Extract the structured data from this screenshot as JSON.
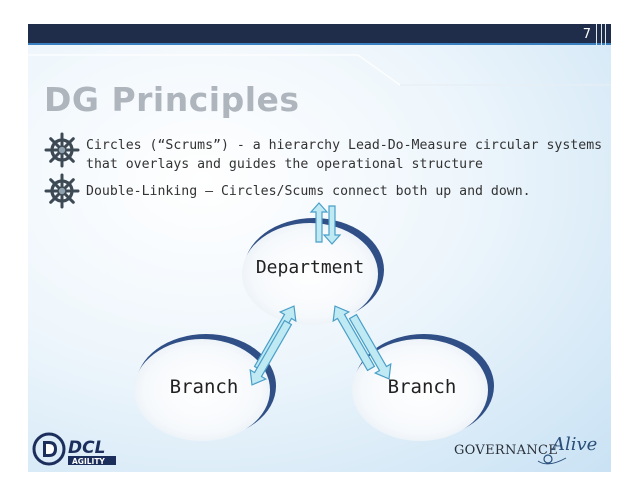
{
  "slide": {
    "page_number": "7",
    "title": "DG Principles",
    "bullets": [
      {
        "line1": "Circles (“Scrums”) - a hierarchy Lead-Do-Measure circular systems",
        "line2": "that overlays and guides the operational structure",
        "icon": "ships-wheel-icon"
      },
      {
        "line1": "Double-Linking – Circles/Scums connect both up and down.",
        "icon": "ships-wheel-icon"
      }
    ]
  },
  "diagram": {
    "top_node": "Department",
    "left_node": "Branch",
    "right_node": "Branch"
  },
  "logos": {
    "left_main": "DCL",
    "left_sub": "AGILITY",
    "right_main": "GOVERNANCE",
    "right_script": "Alive"
  },
  "colors": {
    "topbar": "#1f2d4a",
    "arrow_fill": "#bfe9f3",
    "arrow_stroke": "#4a9fc8",
    "title": "#aeb5bd"
  }
}
